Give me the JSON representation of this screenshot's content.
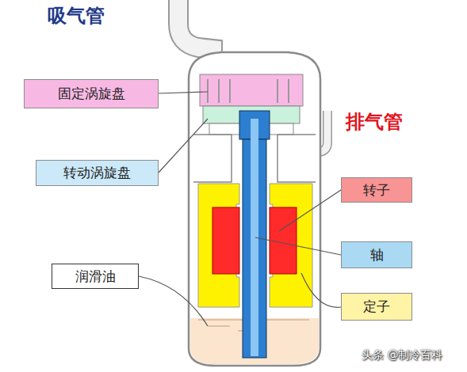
{
  "diagram": {
    "nodes": [
      {
        "text": [
          "固定涡旋盘"
        ]
      },
      {
        "text": [
          "转动涡旋盘"
        ]
      },
      {
        "text": [
          "转子"
        ]
      },
      {
        "text": [
          "轴"
        ]
      },
      {
        "text": [
          "润滑油"
        ]
      },
      {
        "text": [
          "定子"
        ]
      }
    ],
    "labels": [
      "吸气管",
      "排气管",
      "头条 @制冷百科"
    ]
  }
}
